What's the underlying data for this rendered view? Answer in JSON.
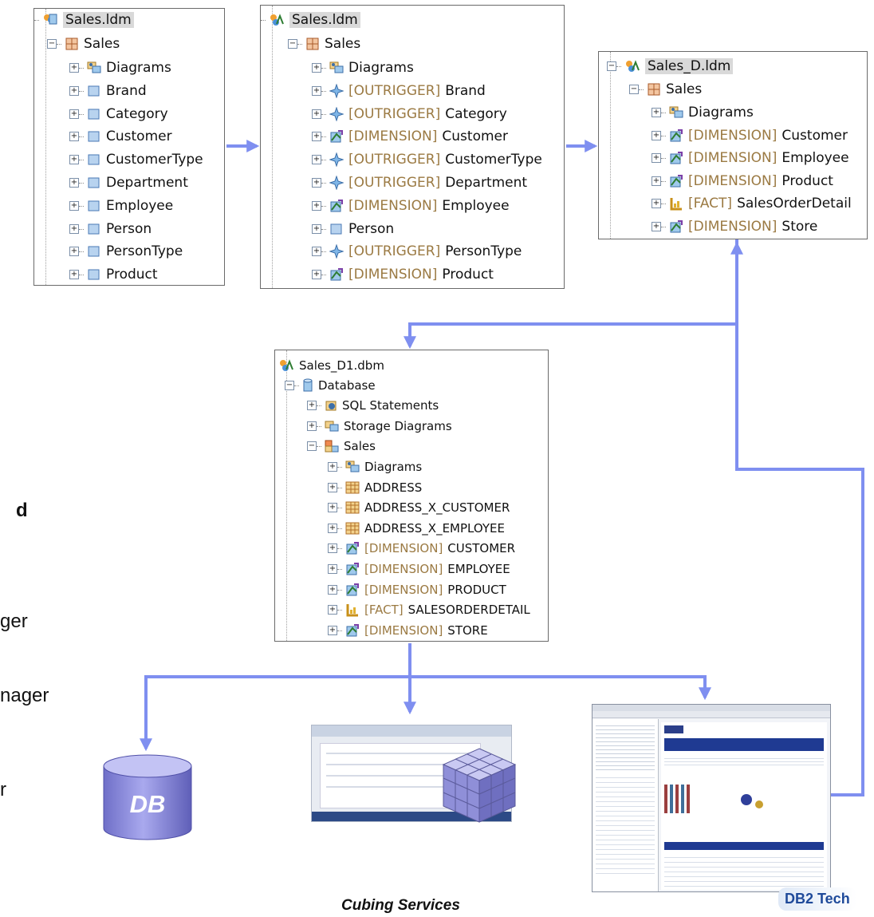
{
  "panels": {
    "p1": {
      "root": "Sales.ldm",
      "package": "Sales",
      "items": [
        {
          "label": "Diagrams",
          "icon": "diagrams-icon"
        },
        {
          "label": "Brand",
          "icon": "entity-icon"
        },
        {
          "label": "Category",
          "icon": "entity-icon"
        },
        {
          "label": "Customer",
          "icon": "entity-icon"
        },
        {
          "label": "CustomerType",
          "icon": "entity-icon"
        },
        {
          "label": "Department",
          "icon": "entity-icon"
        },
        {
          "label": "Employee",
          "icon": "entity-icon"
        },
        {
          "label": "Person",
          "icon": "entity-icon"
        },
        {
          "label": "PersonType",
          "icon": "entity-icon"
        },
        {
          "label": "Product",
          "icon": "entity-icon"
        }
      ]
    },
    "p2": {
      "root": "Sales.ldm",
      "package": "Sales",
      "items": [
        {
          "stereotype": "",
          "label": "Diagrams",
          "icon": "diagrams-icon"
        },
        {
          "stereotype": "[OUTRIGGER]",
          "label": "Brand",
          "icon": "outrigger-icon"
        },
        {
          "stereotype": "[OUTRIGGER]",
          "label": "Category",
          "icon": "outrigger-icon"
        },
        {
          "stereotype": "[DIMENSION]",
          "label": "Customer",
          "icon": "dimension-icon"
        },
        {
          "stereotype": "[OUTRIGGER]",
          "label": "CustomerType",
          "icon": "outrigger-icon"
        },
        {
          "stereotype": "[OUTRIGGER]",
          "label": "Department",
          "icon": "outrigger-icon"
        },
        {
          "stereotype": "[DIMENSION]",
          "label": "Employee",
          "icon": "dimension-icon"
        },
        {
          "stereotype": "",
          "label": "Person",
          "icon": "entity-icon"
        },
        {
          "stereotype": "[OUTRIGGER]",
          "label": "PersonType",
          "icon": "outrigger-icon"
        },
        {
          "stereotype": "[DIMENSION]",
          "label": "Product",
          "icon": "dimension-icon"
        }
      ]
    },
    "p3": {
      "root": "Sales_D.ldm",
      "package": "Sales",
      "items": [
        {
          "stereotype": "",
          "label": "Diagrams",
          "icon": "diagrams-icon"
        },
        {
          "stereotype": "[DIMENSION]",
          "label": "Customer",
          "icon": "dimension-icon"
        },
        {
          "stereotype": "[DIMENSION]",
          "label": "Employee",
          "icon": "dimension-icon"
        },
        {
          "stereotype": "[DIMENSION]",
          "label": "Product",
          "icon": "dimension-icon"
        },
        {
          "stereotype": "[FACT]",
          "label": "SalesOrderDetail",
          "icon": "fact-icon"
        },
        {
          "stereotype": "[DIMENSION]",
          "label": "Store",
          "icon": "dimension-icon"
        }
      ]
    },
    "p4": {
      "root": "Sales_D1.dbm",
      "database": "Database",
      "db_children": [
        "SQL Statements",
        "Storage Diagrams"
      ],
      "schema": "Sales",
      "items": [
        {
          "stereotype": "",
          "label": "Diagrams",
          "icon": "diagrams-icon"
        },
        {
          "stereotype": "",
          "label": "ADDRESS",
          "icon": "table-icon"
        },
        {
          "stereotype": "",
          "label": "ADDRESS_X_CUSTOMER",
          "icon": "table-icon"
        },
        {
          "stereotype": "",
          "label": "ADDRESS_X_EMPLOYEE",
          "icon": "table-icon"
        },
        {
          "stereotype": "[DIMENSION]",
          "label": "CUSTOMER",
          "icon": "dimension-icon"
        },
        {
          "stereotype": "[DIMENSION]",
          "label": "EMPLOYEE",
          "icon": "dimension-icon"
        },
        {
          "stereotype": "[DIMENSION]",
          "label": "PRODUCT",
          "icon": "dimension-icon"
        },
        {
          "stereotype": "[FACT]",
          "label": "SALESORDERDETAIL",
          "icon": "fact-icon"
        },
        {
          "stereotype": "[DIMENSION]",
          "label": "STORE",
          "icon": "dimension-icon"
        }
      ]
    }
  },
  "side_fragments": [
    "d",
    "ger",
    "nager",
    "r"
  ],
  "targets": {
    "db_label": "DB",
    "cubing_caption": "Cubing Services",
    "logo_text": "DB2 Tech"
  },
  "colors": {
    "arrow": "#7f8ff0",
    "stereotype": "#9b7a43",
    "db_cylinder": "#8e8ee0"
  }
}
